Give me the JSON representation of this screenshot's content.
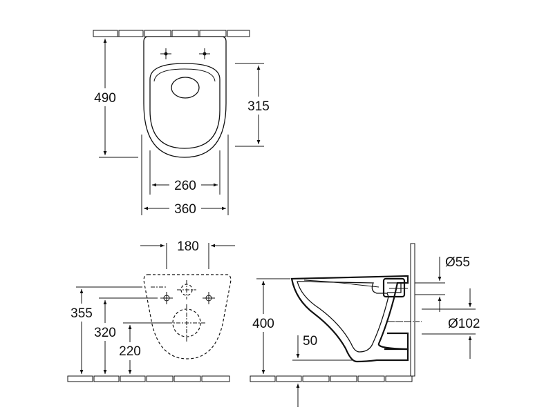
{
  "top_view": {
    "length": "490",
    "seat_depth": "315",
    "seat_width": "260",
    "total_width": "360"
  },
  "front_view": {
    "fixing_spacing": "180",
    "height_top": "355",
    "height_mid": "320",
    "height_low": "220"
  },
  "side_view": {
    "height": "400",
    "offset": "50",
    "inlet_diameter": "Ø55",
    "outlet_diameter": "Ø102"
  }
}
